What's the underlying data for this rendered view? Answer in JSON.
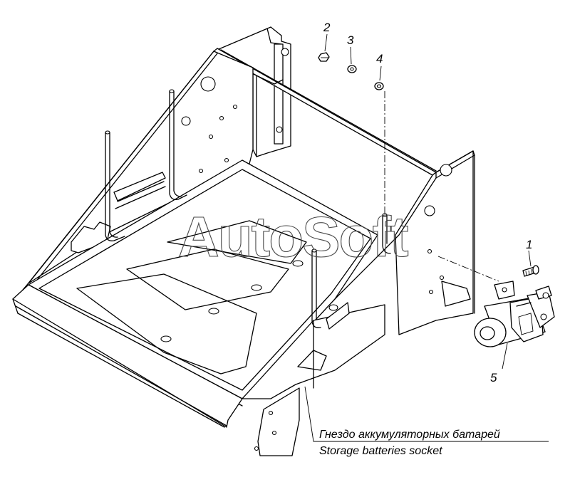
{
  "watermark": "AutoSoft",
  "callouts": [
    {
      "id": "callout-1",
      "label": "1"
    },
    {
      "id": "callout-2",
      "label": "2"
    },
    {
      "id": "callout-3",
      "label": "3"
    },
    {
      "id": "callout-4",
      "label": "4"
    },
    {
      "id": "callout-5",
      "label": "5"
    }
  ],
  "caption": {
    "line_ru": "Гнездо аккумуляторных батарей",
    "line_en": "Storage batteries socket"
  }
}
